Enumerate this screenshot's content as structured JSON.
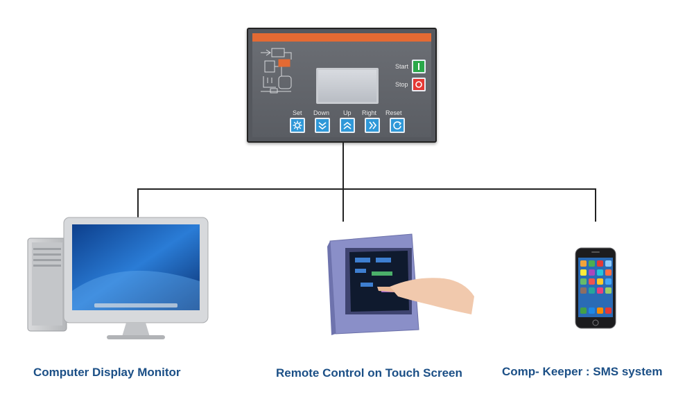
{
  "controller": {
    "buttons": {
      "start_label": "Start",
      "stop_label": "Stop",
      "set_label": "Set",
      "down_label": "Down",
      "up_label": "Up",
      "right_label": "Right",
      "reset_label": "Reset"
    },
    "colors": {
      "top_bar": "#e46a33",
      "start": "#2aa84a",
      "stop": "#e53935",
      "nav": "#2f98d8"
    }
  },
  "devices": [
    {
      "caption": "Computer Display Monitor",
      "icon": "desktop-computer-icon"
    },
    {
      "caption": "Remote Control on Touch Screen",
      "icon": "touch-panel-icon"
    },
    {
      "caption": "Comp- Keeper : SMS system",
      "icon": "smartphone-icon"
    }
  ],
  "caption_color": "#1b4f86"
}
